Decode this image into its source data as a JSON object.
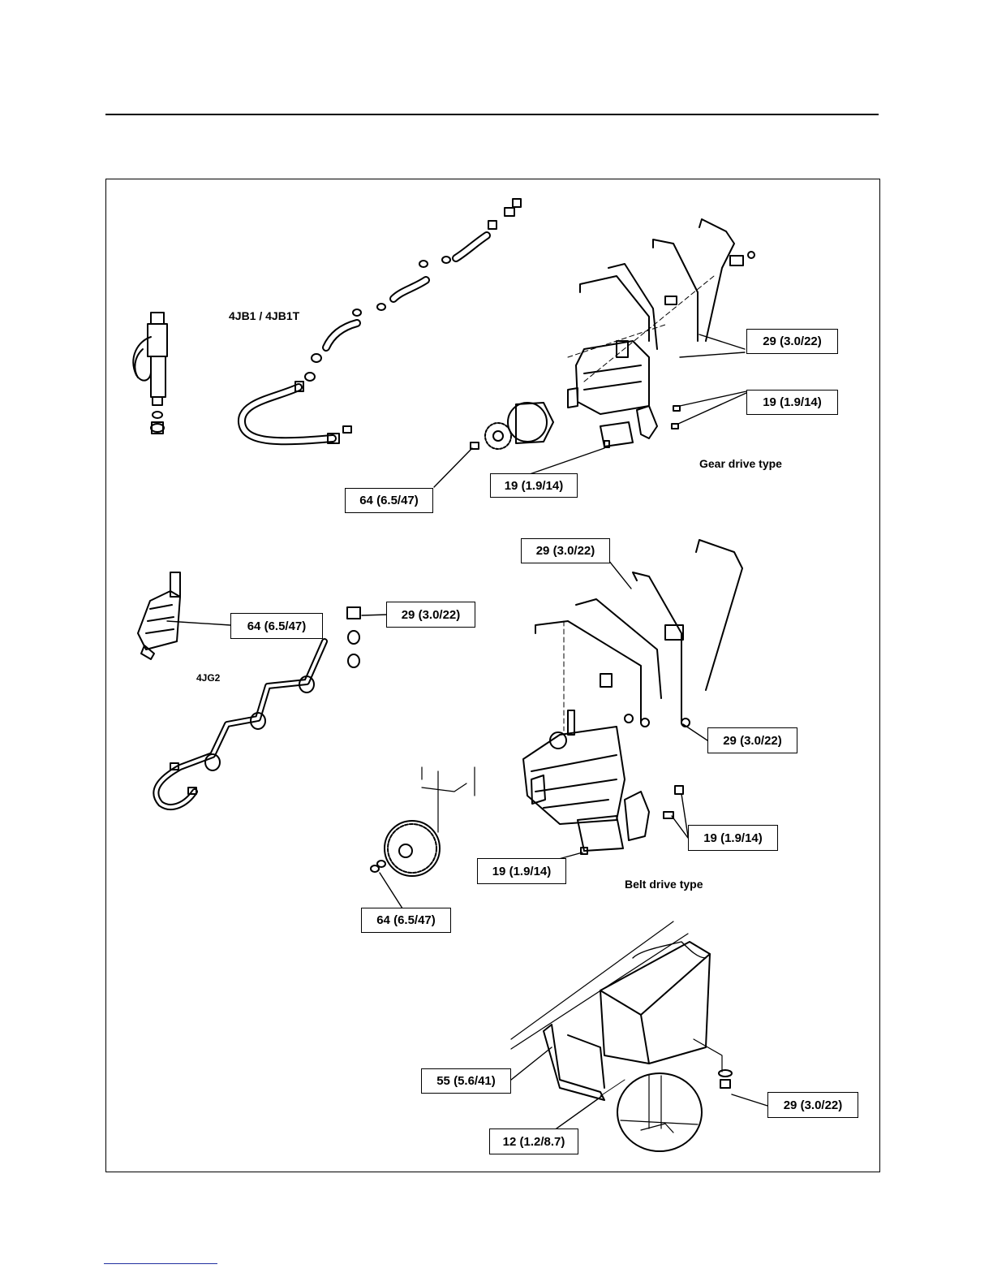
{
  "labels": {
    "engine_4jb1": "4JB1 / 4JB1T",
    "engine_4jg2": "4JG2",
    "gear_drive": "Gear drive type",
    "belt_drive": "Belt drive type"
  },
  "torque_tags": {
    "gear_pipe": "29 (3.0/22)",
    "gear_bracket_bolts": "19 (1.9/14)",
    "gear_bracket_lower": "19 (1.9/14)",
    "gear_nut": "64 (6.5/47)",
    "belt_pipe_top": "29 (3.0/22)",
    "nozzle_holder": "64 (6.5/47)",
    "nozzle_cap": "29 (3.0/22)",
    "belt_pipe_right": "29 (3.0/22)",
    "belt_bracket_bolts": "19 (1.9/14)",
    "belt_bracket_lower": "19 (1.9/14)",
    "pulley_nut": "64 (6.5/47)",
    "tank_bracket": "55 (5.6/41)",
    "tank_strap": "12 (1.2/8.7)",
    "tank_drain_plug": "29 (3.0/22)"
  },
  "colors": {
    "ink": "#000000",
    "paper": "#ffffff",
    "rule_accent": "#2030a0"
  }
}
